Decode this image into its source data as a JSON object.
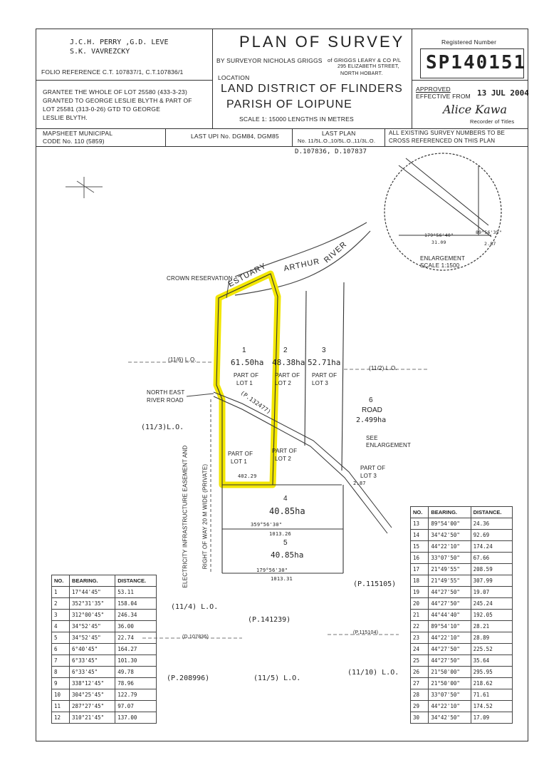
{
  "header": {
    "surveyors_1": "J.C.H. PERRY ,G.D. LEVE",
    "surveyors_2": "S.K. VAVREZCKY",
    "folio_reference": "FOLIO REFERENCE  C.T. 107837/1, C.T.107836/1",
    "grantee_1": "GRANTEE THE WHOLE OF LOT 25580 (433-3-23)",
    "grantee_2": "GRANTED TO GEORGE LESLIE BLYTH & PART OF",
    "grantee_3": "LOT 25581 (313-0-26) GTD TO GEORGE",
    "grantee_4": "LESLIE BLYTH.",
    "plan_title": "PLAN OF SURVEY",
    "by_surveyor": "BY SURVEYOR NICHOLAS GRIGGS",
    "of_firm": "of GRIGGS LEARY & CO P/L",
    "address_1": "295 ELIZABETH STREET,",
    "address_2": "NORTH HOBART.",
    "location_label": "LOCATION",
    "land_district": "LAND DISTRICT OF FLINDERS",
    "parish": "PARISH OF LOIPUNE",
    "scale": "SCALE 1: 15000   LENGTHS IN METRES",
    "registered_number_label": "Registered Number",
    "registered_number": "SP140151",
    "approved_label": "APPROVED",
    "effective_from_label": "EFFECTIVE FROM",
    "effective_date": "13 JUL 2004",
    "signature": "Alice Kawa",
    "recorder": "Recorder of Titles",
    "mapsheet_1": "MAPSHEET MUNICIPAL",
    "mapsheet_2": "CODE No. 110 (5859)",
    "last_upi": "LAST UPI No. DGM84, DGM85",
    "last_plan_label": "LAST PLAN",
    "last_plan_no": "No. 11/5L.O.,10/5L.O.,11/3L.O.",
    "last_plan_refs": "D.107836, D.107837",
    "survey_numbers_1": "ALL EXISTING SURVEY NUMBERS TO BE",
    "survey_numbers_2": "CROSS REFERENCED ON THIS PLAN"
  },
  "plan": {
    "estuary": "ESTUARY",
    "arthur": "ARTHUR",
    "river": "RIVER",
    "crown_reservation": "CROWN RESERVATION",
    "north_east_road_1": "NORTH EAST",
    "north_east_road_2": "RIVER ROAD",
    "lot1_no": "1",
    "lot1_area": "61.50ha",
    "lot1_part_1": "PART OF",
    "lot1_part_2": "LOT 1",
    "lot2_no": "2",
    "lot2_area": "48.38ha",
    "lot2_part_1": "PART OF",
    "lot2_part_2": "LOT 2",
    "lot3_no": "3",
    "lot3_area": "52.71ha",
    "lot3_part_1": "PART OF",
    "lot3_part_2": "LOT 3",
    "lot1b_part_1": "PART OF",
    "lot1b_part_2": "LOT 1",
    "lot2b_part_1": "PART OF",
    "lot2b_part_2": "LOT 2",
    "lot3b_part_1": "PART OF",
    "lot3b_part_2": "LOT 3",
    "lot4_no": "4",
    "lot4_area": "40.85ha",
    "lot5_no": "5",
    "lot5_area": "40.85ha",
    "lot6_no": "6",
    "road": "ROAD",
    "road_area": "2.499ha",
    "see_enlargement_1": "SEE",
    "see_enlargement_2": "ENLARGEMENT",
    "p132477": "(P.132477)",
    "lo_11_6": "(11/6) L.O.",
    "lo_11_3": "(11/3)L.O.",
    "lo_11_2": "(11/2) L.O.",
    "lo_11_4": "(11/4) L.O.",
    "lo_11_5": "(11/5) L.O.",
    "lo_11_10": "(11/10) L.O.",
    "p115105": "(P.115105)",
    "p141239": "(P.141239)",
    "p208996": "(P.208996)",
    "d107836": "(D.107836)",
    "p115104": "(P.115104)",
    "easement_1": "ELECTRICITY INFRASTRUCTURE EASEMENT AND",
    "easement_2": "RIGHT OF WAY 20 M WIDE (PRIVATE)",
    "dim_402": "402.29",
    "bearing_359": "359°56'30\"",
    "dim_1013_26": "1013.26",
    "bearing_179": "179°56'30\"",
    "dim_1013_31": "1013.31",
    "dim_2_87": "2.87",
    "enlargement_1": "ENLARGEMENT",
    "enlargement_2": "SCALE 1:1500",
    "enl_bearing_1": "179°56'40\"",
    "enl_dist_1": "31.09",
    "enl_bearing_2": "89°56'35\"",
    "enl_dist_2": "2.87"
  },
  "table_left": {
    "headers": [
      "NO.",
      "BEARING.",
      "DISTANCE."
    ],
    "rows": [
      [
        "1",
        "17°44'45\"",
        "53.11"
      ],
      [
        "2",
        "352°31'35\"",
        "158.04"
      ],
      [
        "3",
        "312°00'45\"",
        "246.34"
      ],
      [
        "4",
        "34°52'45\"",
        "36.00"
      ],
      [
        "5",
        "34°52'45\"",
        "22.74"
      ],
      [
        "6",
        "6°40'45\"",
        "164.27"
      ],
      [
        "7",
        "6°33'45\"",
        "101.30"
      ],
      [
        "8",
        "6°33'45\"",
        "49.78"
      ],
      [
        "9",
        "338°12'45\"",
        "78.96"
      ],
      [
        "10",
        "304°25'45\"",
        "122.79"
      ],
      [
        "11",
        "287°27'45\"",
        "97.07"
      ],
      [
        "12",
        "310°21'45\"",
        "137.00"
      ]
    ]
  },
  "table_right": {
    "headers": [
      "NO.",
      "BEARING.",
      "DISTANCE."
    ],
    "rows": [
      [
        "13",
        "89°54'00\"",
        "24.36"
      ],
      [
        "14",
        "34°42'50\"",
        "92.69"
      ],
      [
        "15",
        "44°22'10\"",
        "174.24"
      ],
      [
        "16",
        "33°07'50\"",
        "67.66"
      ],
      [
        "17",
        "21°49'55\"",
        "208.59"
      ],
      [
        "18",
        "21°49'55\"",
        "307.99"
      ],
      [
        "19",
        "44°27'50\"",
        "19.07"
      ],
      [
        "20",
        "44°27'50\"",
        "245.24"
      ],
      [
        "21",
        "44°44'40\"",
        "192.05"
      ],
      [
        "22",
        "89°54'10\"",
        "28.21"
      ],
      [
        "23",
        "44°22'10\"",
        "28.89"
      ],
      [
        "24",
        "44°27'50\"",
        "225.52"
      ],
      [
        "25",
        "44°27'50\"",
        "35.64"
      ],
      [
        "26",
        "21°50'00\"",
        "295.95"
      ],
      [
        "27",
        "21°50'00\"",
        "218.62"
      ],
      [
        "28",
        "33°07'50\"",
        "71.61"
      ],
      [
        "29",
        "44°22'10\"",
        "174.52"
      ],
      [
        "30",
        "34°42'50\"",
        "17.09"
      ]
    ]
  },
  "colors": {
    "highlight": "#f2e600",
    "ink": "#222222"
  }
}
